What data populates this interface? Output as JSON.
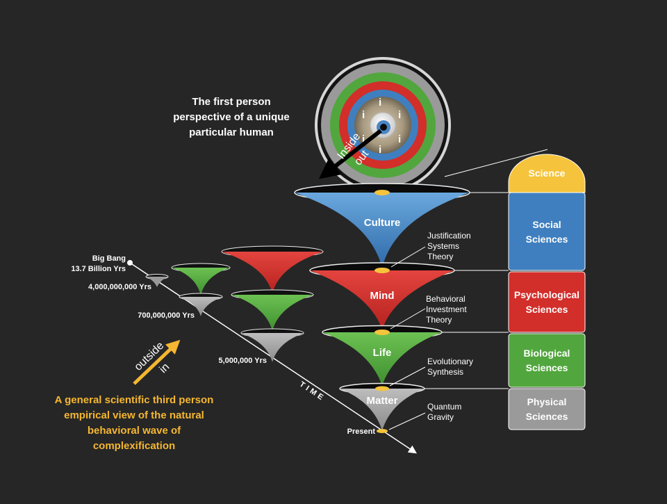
{
  "perspective_caption": [
    "The first person",
    "perspective of a unique",
    "particular human"
  ],
  "inside_out": [
    "Inside",
    "out"
  ],
  "outside_in": [
    "outside",
    "in"
  ],
  "funnel_labels": {
    "culture": "Culture",
    "mind": "Mind",
    "life": "Life",
    "matter": "Matter"
  },
  "theories": {
    "culture": [
      "Justification",
      "Systems",
      "Theory"
    ],
    "mind": [
      "Behavioral",
      "Investment",
      "Theory"
    ],
    "life": [
      "Evolutionary",
      "Synthesis"
    ],
    "matter": [
      "Quantum",
      "Gravity"
    ]
  },
  "timeline": {
    "big_bang": [
      "Big Bang",
      "13.7 Billion Yrs"
    ],
    "t1": "4,000,000,000 Yrs",
    "t2": "700,000,000 Yrs",
    "t3": "5,000,000 Yrs",
    "present": "Present",
    "axis": "TIME"
  },
  "sciences": {
    "science": "Science",
    "social": [
      "Social",
      "Sciences"
    ],
    "psychological": [
      "Psychological",
      "Sciences"
    ],
    "biological": [
      "Biological",
      "Sciences"
    ],
    "physical": [
      "Physical",
      "Sciences"
    ]
  },
  "footer": [
    "A general scientific third person",
    "empirical view of the natural",
    "behavioral wave of",
    "complexification"
  ],
  "colors": {
    "background": "#262626",
    "culture": "#3f7fbf",
    "mind": "#d22e2a",
    "life": "#52a63e",
    "matter": "#9a9a9a",
    "science": "#f5c43c",
    "accent": "#f5b731"
  }
}
